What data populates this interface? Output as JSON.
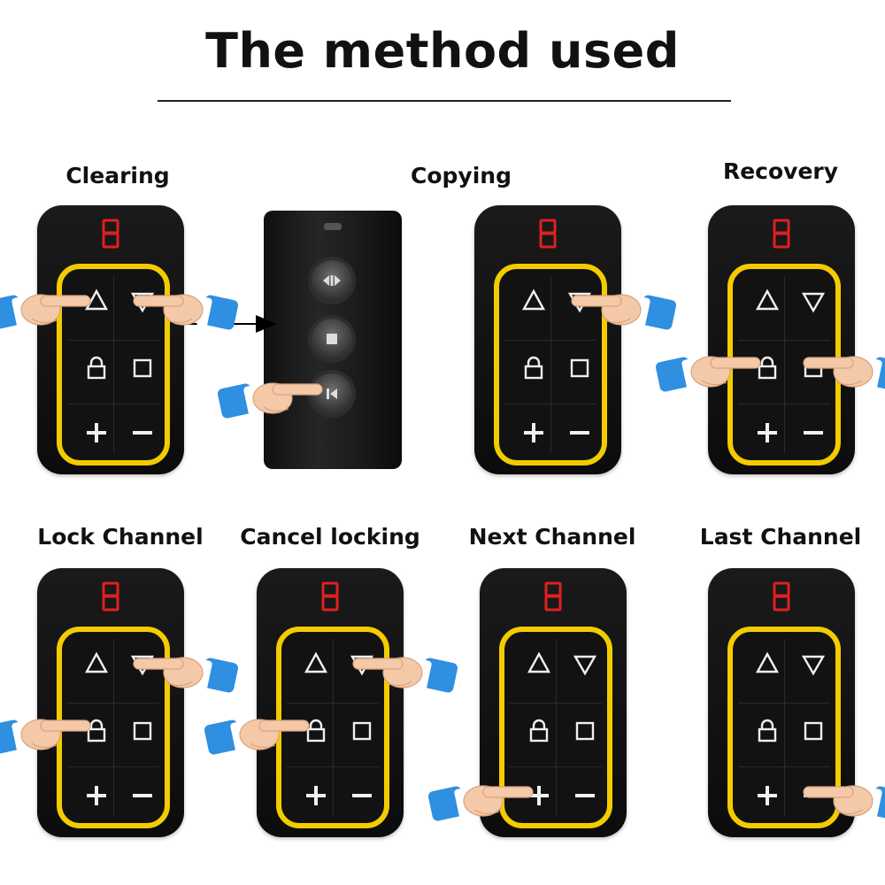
{
  "title": "The method used",
  "labels": {
    "clearing": "Clearing",
    "copying": "Copying",
    "recovery": "Recovery",
    "lock_channel": "Lock Channel",
    "cancel_locking": "Cancel locking",
    "next_channel": "Next Channel",
    "last_channel": "Last Channel"
  },
  "remote": {
    "display_digit": "8",
    "buttons": [
      "up-triangle-icon",
      "down-triangle-icon",
      "lock-icon",
      "stop-square-icon",
      "plus-icon",
      "minus-icon"
    ]
  },
  "curtain_remote": {
    "buttons": [
      "open-close-icon",
      "stop-icon",
      "pair-icon"
    ]
  },
  "colors": {
    "accent_ring": "#f2cc00",
    "display_red": "#e02020",
    "remote_body": "#111111",
    "sleeve": "#2f8fe0"
  }
}
